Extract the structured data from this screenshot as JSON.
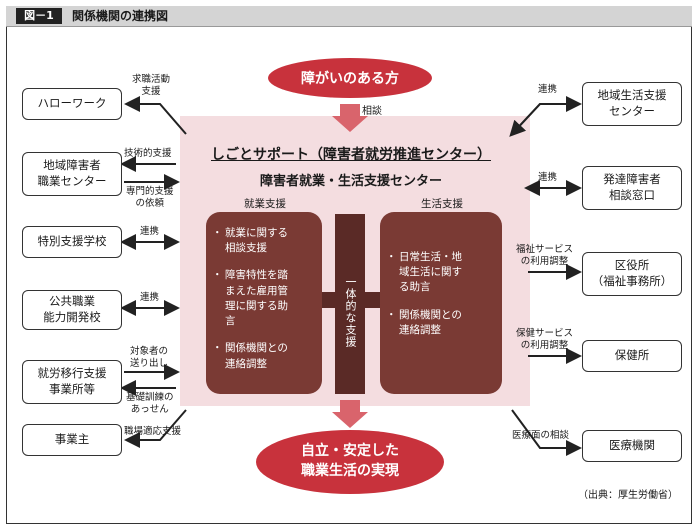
{
  "header": {
    "figure_tag": "図－1",
    "title": "関係機関の連携図"
  },
  "top_oval": "障がいのある方",
  "consult_label": "相談",
  "center": {
    "main_title": "しごとサポート（障害者就労推進センター）",
    "sub_title": "障害者就業・生活支援センター",
    "left_panel_title": "就業支援",
    "left_panel_items": [
      "就業に関する\n相談支援",
      "障害特性を踏\nまえた雇用管\n理に関する助\n言",
      "関係機関との\n連絡調整"
    ],
    "right_panel_title": "生活支援",
    "right_panel_items": [
      "日常生活・地\n域生活に関す\nる助言",
      "関係機関との\n連絡調整"
    ],
    "middle_label": "一体的な支援"
  },
  "bottom_oval": "自立・安定した\n職業生活の実現",
  "left_boxes": [
    "ハローワーク",
    "地域障害者\n職業センター",
    "特別支援学校",
    "公共職業\n能力開発校",
    "就労移行支援\n事業所等",
    "事業主"
  ],
  "left_labels": {
    "hw": "求職活動\n支援",
    "tech": "技術的支援",
    "specialist": "専門的支援\nの依頼",
    "school": "連携",
    "vocational": "連携",
    "send": "対象者の\n送り出し",
    "basic": "基礎訓練の\nあっせん",
    "employer": "職場適応支援"
  },
  "right_boxes": [
    "地域生活支援\nセンター",
    "発達障害者\n相談窓口",
    "区役所\n（福祉事務所）",
    "保健所",
    "医療機関"
  ],
  "right_labels": {
    "community": "連携",
    "dev": "連携",
    "welfare": "福祉サービス\nの利用調整",
    "health": "保健サービス\nの利用調整",
    "medical": "医療面の相談"
  },
  "source": "（出典：厚生労働省）"
}
